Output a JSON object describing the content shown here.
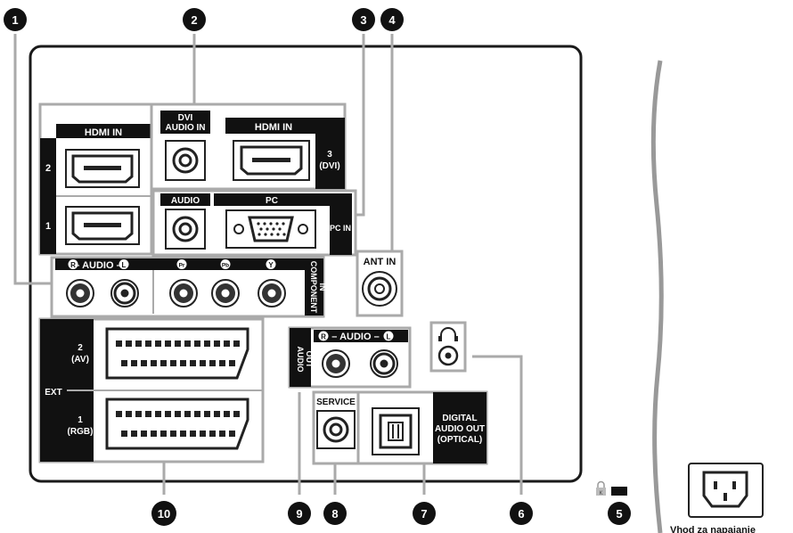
{
  "callouts": [
    "1",
    "2",
    "3",
    "4",
    "5",
    "6",
    "7",
    "8",
    "9",
    "10"
  ],
  "labels": {
    "hdmi_in_left": "HDMI IN",
    "hdmi_num_2": "2",
    "hdmi_num_1": "1",
    "dvi_audio_1": "DVI",
    "dvi_audio_2": "AUDIO IN",
    "hdmi_in_right": "HDMI IN",
    "hdmi3_num": "3",
    "hdmi3_dvi": "(DVI)",
    "pc_audio": "AUDIO",
    "pc": "PC",
    "pc_in": "PC IN",
    "ant_in": "ANT IN",
    "comp_audio_r": "R",
    "comp_audio_mid": "– AUDIO –",
    "comp_audio_l": "L",
    "comp_pr": "Pr",
    "comp_pb": "Pb",
    "comp_y": "Y",
    "component_1": "COMPONENT",
    "component_2": "IN",
    "ext": "EXT",
    "ext2_num": "2",
    "ext2_av": "(AV)",
    "ext1_num": "1",
    "ext1_rgb": "(RGB)",
    "audio_out_r": "R",
    "audio_out_mid": "– AUDIO –",
    "audio_out_l": "L",
    "audio_out_1": "AUDIO",
    "audio_out_2": "OUT",
    "service": "SERVICE",
    "digital_1": "DIGITAL",
    "digital_2": "AUDIO OUT",
    "digital_3": "(OPTICAL)",
    "kensington": "K",
    "power_input": "Vhod za napajanje"
  },
  "colors": {
    "outline": "#1a1a1a",
    "panel_line": "#aaaaaa",
    "label_bg": "#111111",
    "jack_red": "#8b2a2a"
  }
}
